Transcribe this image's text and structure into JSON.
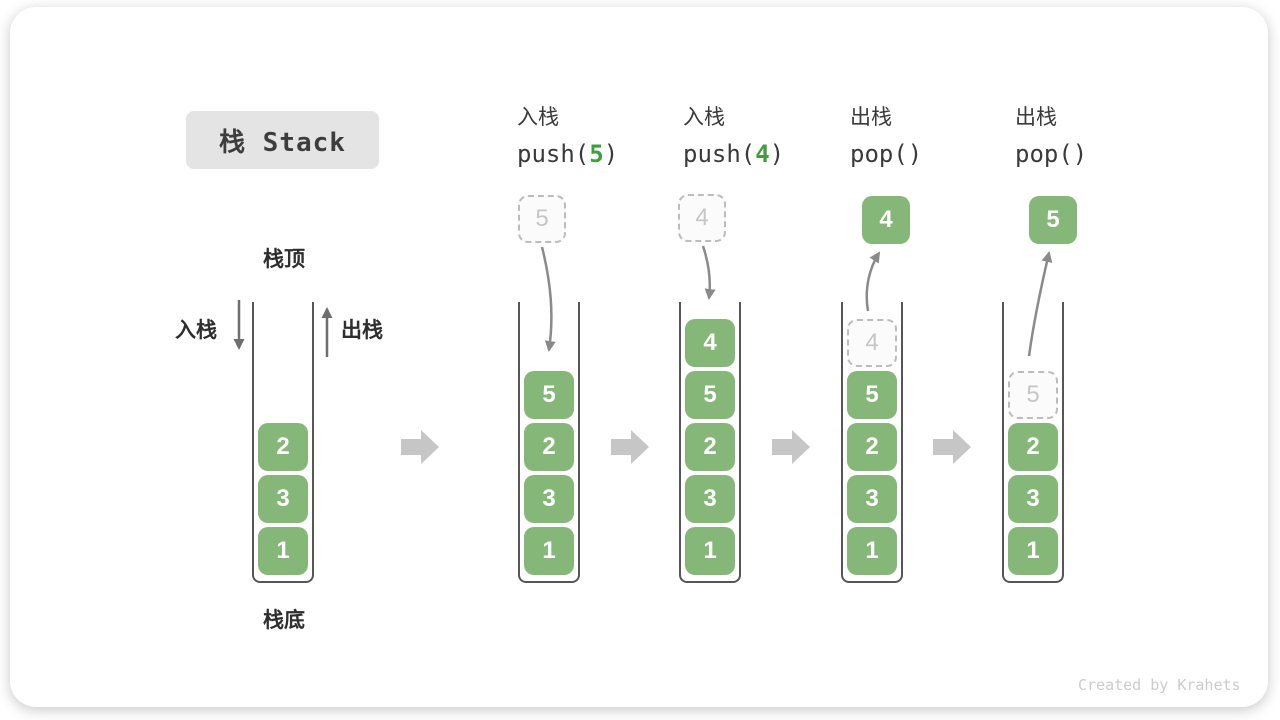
{
  "title": "栈 Stack",
  "watermark": "Created by Krahets",
  "side_labels": {
    "stack_top": "栈顶",
    "stack_bottom": "栈底",
    "push_in": "入栈",
    "pop_out": "出栈"
  },
  "colors": {
    "element_green": "#85b878",
    "code_digit_green": "#3f9e3f",
    "well_border": "#565656",
    "curve_arrow": "#8a8a8a",
    "block_arrow": "#c6c6c6",
    "dashed_border": "#bcbcbc",
    "dashed_text": "#c6c6c6",
    "chip_bg": "#e4e4e4",
    "watermark": "#cccccc"
  },
  "columns": [
    {
      "name": "initial-stack",
      "operation": null,
      "floating": null,
      "stack": [
        {
          "value": "1",
          "slot": 0,
          "dashed": false
        },
        {
          "value": "3",
          "slot": 1,
          "dashed": false
        },
        {
          "value": "2",
          "slot": 2,
          "dashed": false
        }
      ]
    },
    {
      "name": "after-push-5",
      "operation": {
        "zh": "入栈",
        "code_pre": "push(",
        "code_arg": "5",
        "code_post": ")"
      },
      "floating": {
        "value": "5",
        "variant": "dashed"
      },
      "arrow": "down",
      "stack": [
        {
          "value": "1",
          "slot": 0,
          "dashed": false
        },
        {
          "value": "3",
          "slot": 1,
          "dashed": false
        },
        {
          "value": "2",
          "slot": 2,
          "dashed": false
        },
        {
          "value": "5",
          "slot": 3,
          "dashed": false
        }
      ]
    },
    {
      "name": "after-push-4",
      "operation": {
        "zh": "入栈",
        "code_pre": "push(",
        "code_arg": "4",
        "code_post": ")"
      },
      "floating": {
        "value": "4",
        "variant": "dashed"
      },
      "arrow": "down",
      "stack": [
        {
          "value": "1",
          "slot": 0,
          "dashed": false
        },
        {
          "value": "3",
          "slot": 1,
          "dashed": false
        },
        {
          "value": "2",
          "slot": 2,
          "dashed": false
        },
        {
          "value": "5",
          "slot": 3,
          "dashed": false
        },
        {
          "value": "4",
          "slot": 4,
          "dashed": false
        }
      ]
    },
    {
      "name": "after-pop-4",
      "operation": {
        "zh": "出栈",
        "code_pre": "pop(",
        "code_arg": "",
        "code_post": ")"
      },
      "floating": {
        "value": "4",
        "variant": "solid"
      },
      "arrow": "up",
      "stack": [
        {
          "value": "1",
          "slot": 0,
          "dashed": false
        },
        {
          "value": "3",
          "slot": 1,
          "dashed": false
        },
        {
          "value": "2",
          "slot": 2,
          "dashed": false
        },
        {
          "value": "5",
          "slot": 3,
          "dashed": false
        },
        {
          "value": "4",
          "slot": 4,
          "dashed": true
        }
      ]
    },
    {
      "name": "after-pop-5",
      "operation": {
        "zh": "出栈",
        "code_pre": "pop(",
        "code_arg": "",
        "code_post": ")"
      },
      "floating": {
        "value": "5",
        "variant": "solid"
      },
      "arrow": "up",
      "stack": [
        {
          "value": "1",
          "slot": 0,
          "dashed": false
        },
        {
          "value": "3",
          "slot": 1,
          "dashed": false
        },
        {
          "value": "2",
          "slot": 2,
          "dashed": false
        },
        {
          "value": "5",
          "slot": 3,
          "dashed": true
        }
      ]
    }
  ]
}
